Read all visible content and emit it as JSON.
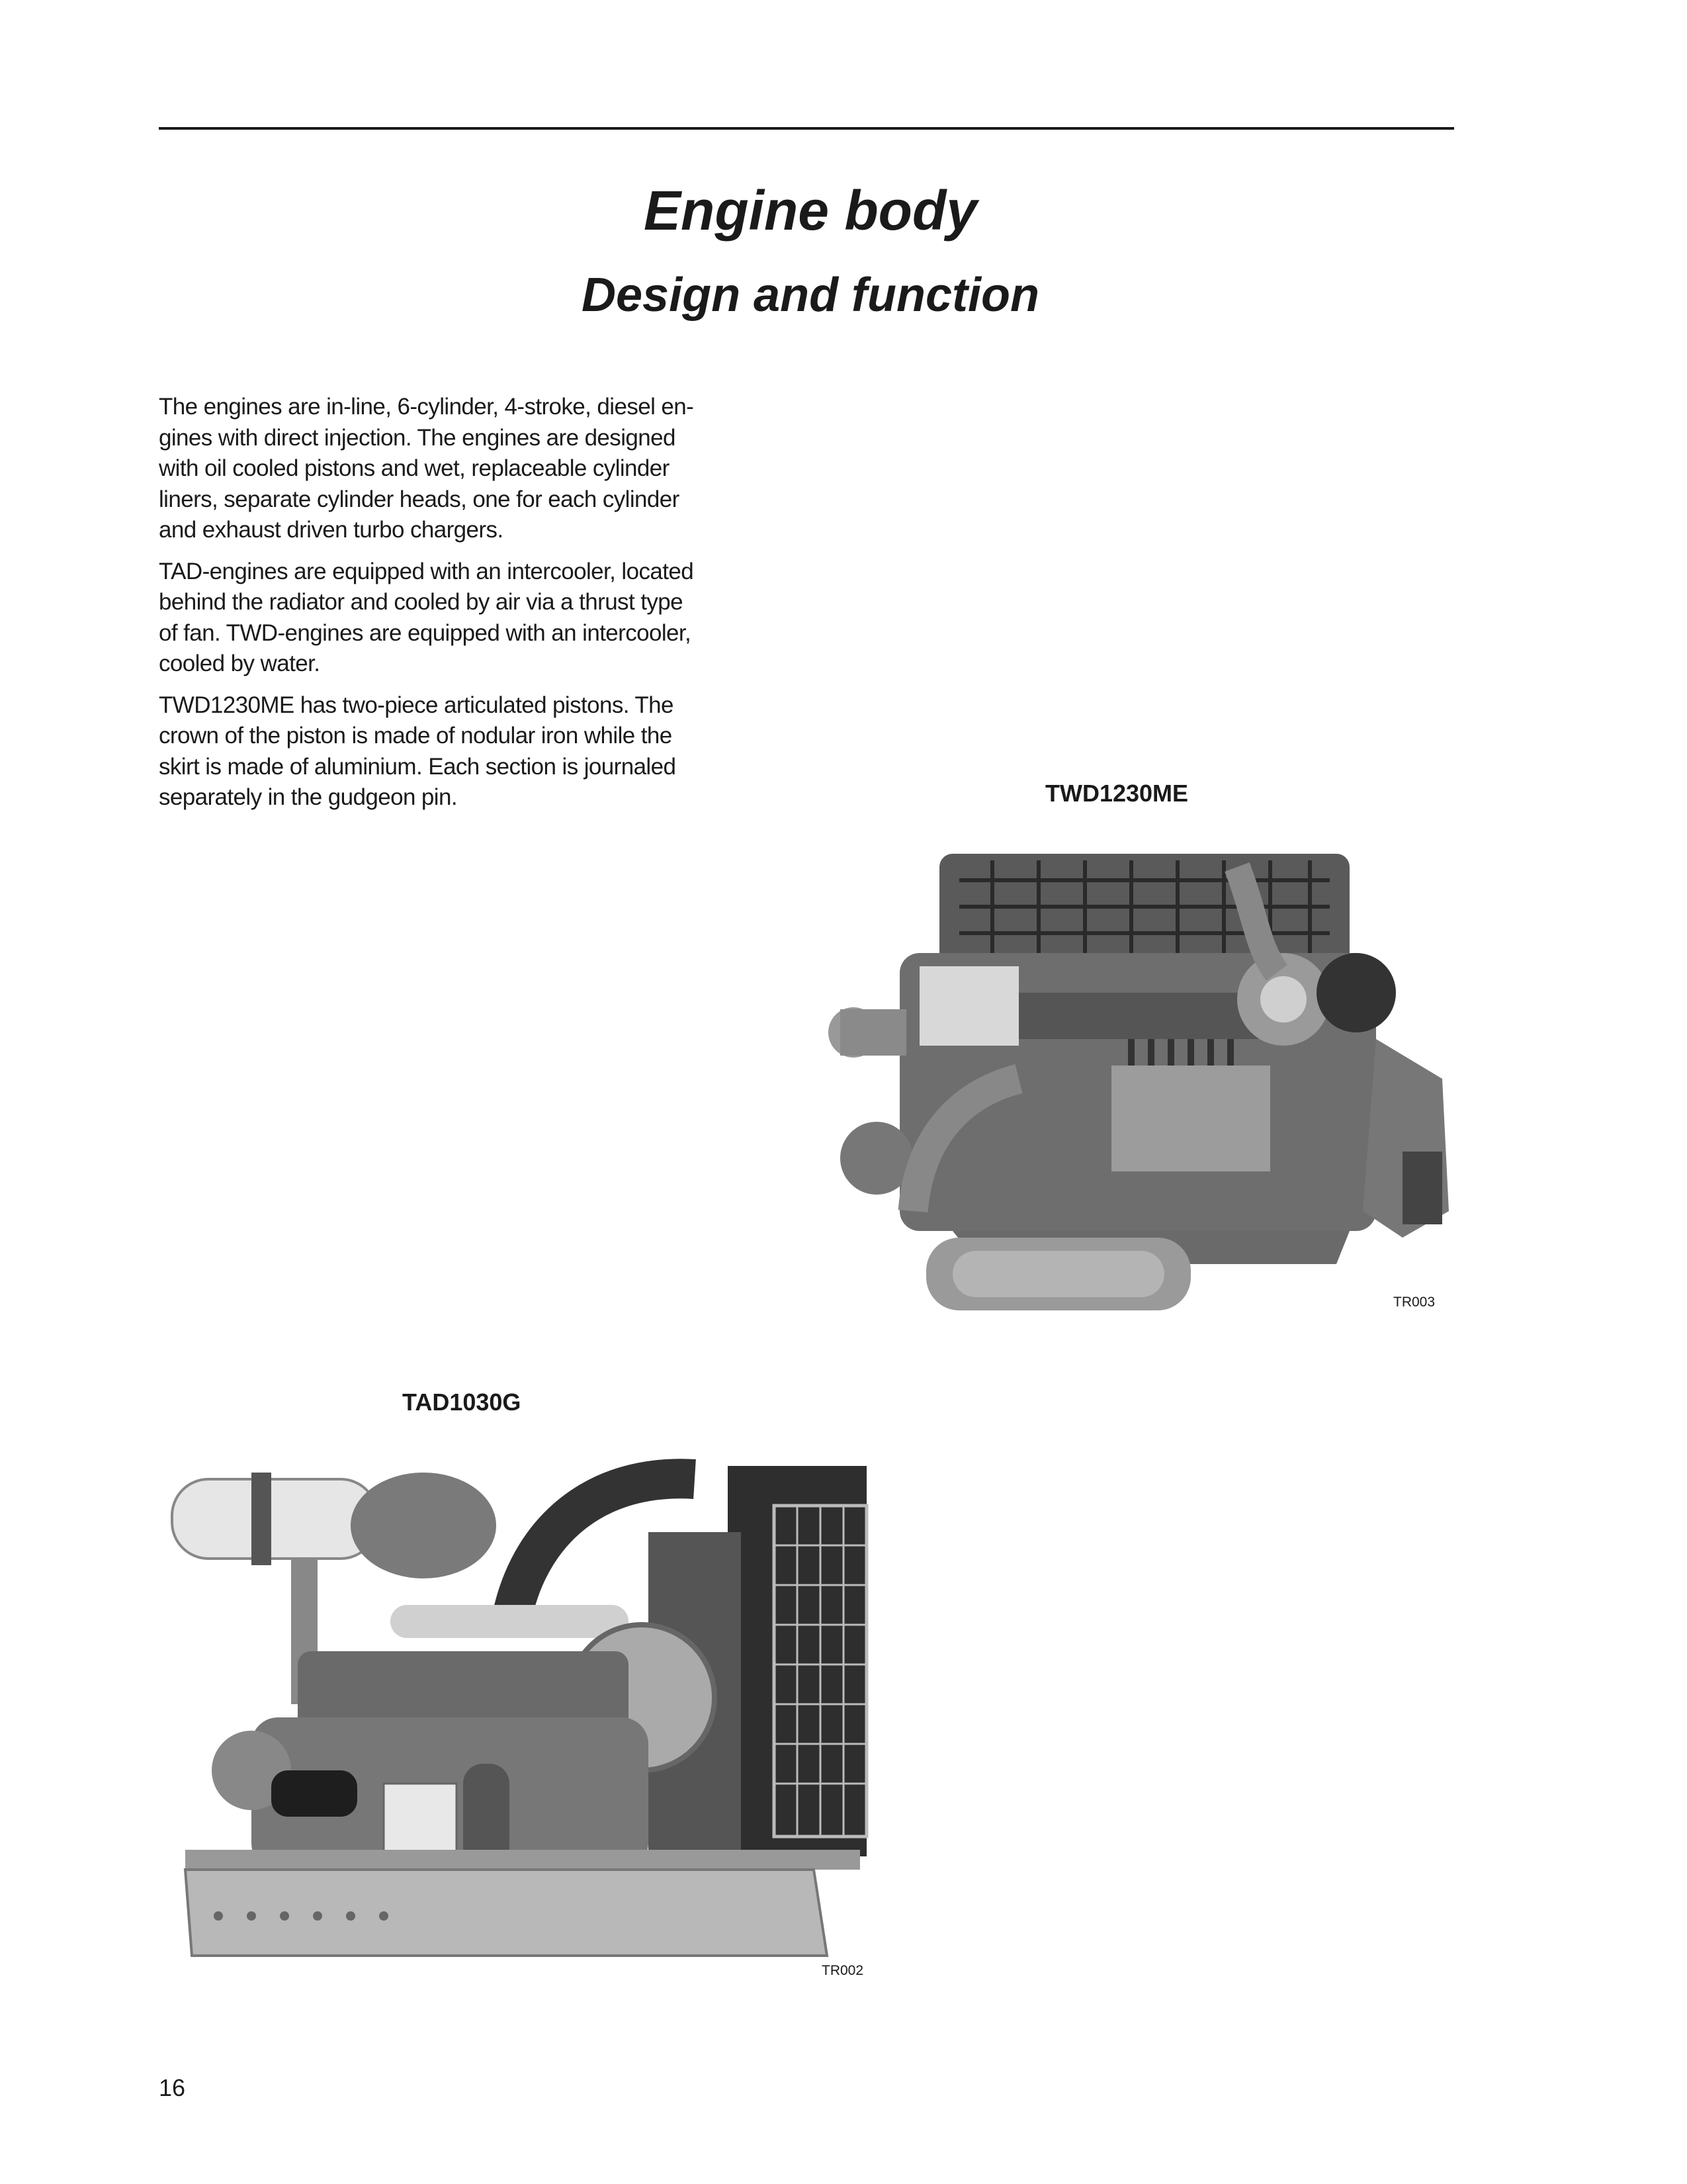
{
  "header": {
    "title": "Engine body",
    "subtitle": "Design and function"
  },
  "body": {
    "paragraphs": [
      [
        "The engines are in-line, 6-cylinder, 4-stroke, diesel en-",
        "gines with direct injection. The engines are designed",
        "with oil cooled pistons and wet, replaceable cylinder",
        "liners, separate cylinder heads, one for each cylinder",
        "and exhaust driven turbo chargers."
      ],
      [
        "TAD-engines are equipped with an intercooler, located",
        "behind the radiator and cooled by air via a thrust type",
        "of fan. TWD-engines are equipped with an intercooler,",
        "cooled by water."
      ],
      [
        "TWD1230ME has two-piece articulated pistons. The",
        "crown of the piston is made of nodular iron while the",
        "skirt is made of aluminium. Each section is journaled",
        "separately in the gudgeon pin."
      ]
    ]
  },
  "figures": [
    {
      "label": "TWD1230ME",
      "code": "TR003"
    },
    {
      "label": "TAD1030G",
      "code": "TR002"
    }
  ],
  "footer": {
    "page_number": "16"
  }
}
